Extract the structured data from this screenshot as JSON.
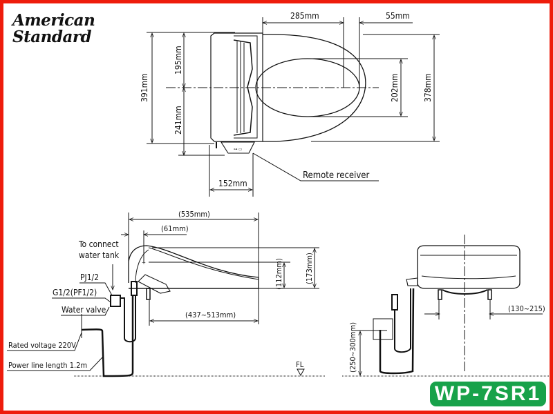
{
  "brand": {
    "line1": "American",
    "line2": "Standard"
  },
  "model_badge": {
    "label": "WP-7SR1",
    "color": "#18a24a"
  },
  "frame_color": "#ee1c0c",
  "top_view": {
    "dim_285": "285mm",
    "dim_55": "55mm",
    "dim_391": "391mm",
    "dim_195": "195mm",
    "dim_241": "241mm",
    "dim_202": "202mm",
    "dim_378": "378mm",
    "dim_152": "152mm",
    "remote_receiver": "Remote receiver"
  },
  "side_view": {
    "dim_535": "(535mm)",
    "dim_61": "(61mm)",
    "dim_112": "(112mm)",
    "dim_173": "(173mm)",
    "dim_437_513": "(437~513mm)",
    "to_connect_1": "To connect",
    "to_connect_2": "water tank",
    "pj": "PJ1/2",
    "g": "G1/2(PF1/2)",
    "water_valve": "Water valve",
    "rated_voltage": "Rated voltage 220V",
    "power_line": "Power line length 1.2m",
    "fl": "FL"
  },
  "front_view": {
    "dim_130_215": "(130~215)",
    "dim_250_300": "(250~300mm)"
  }
}
